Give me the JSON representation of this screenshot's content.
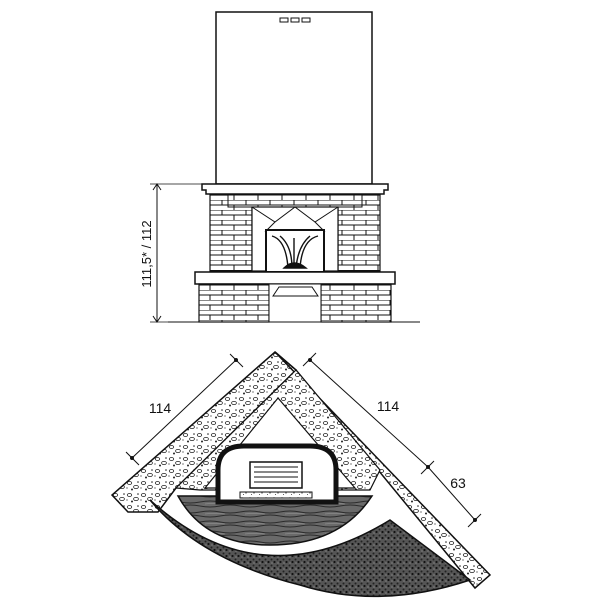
{
  "elevation": {
    "height_label": "111,5* / 112"
  },
  "plan": {
    "left_wall_label": "114",
    "right_wall_label": "114",
    "depth_label": "63"
  }
}
